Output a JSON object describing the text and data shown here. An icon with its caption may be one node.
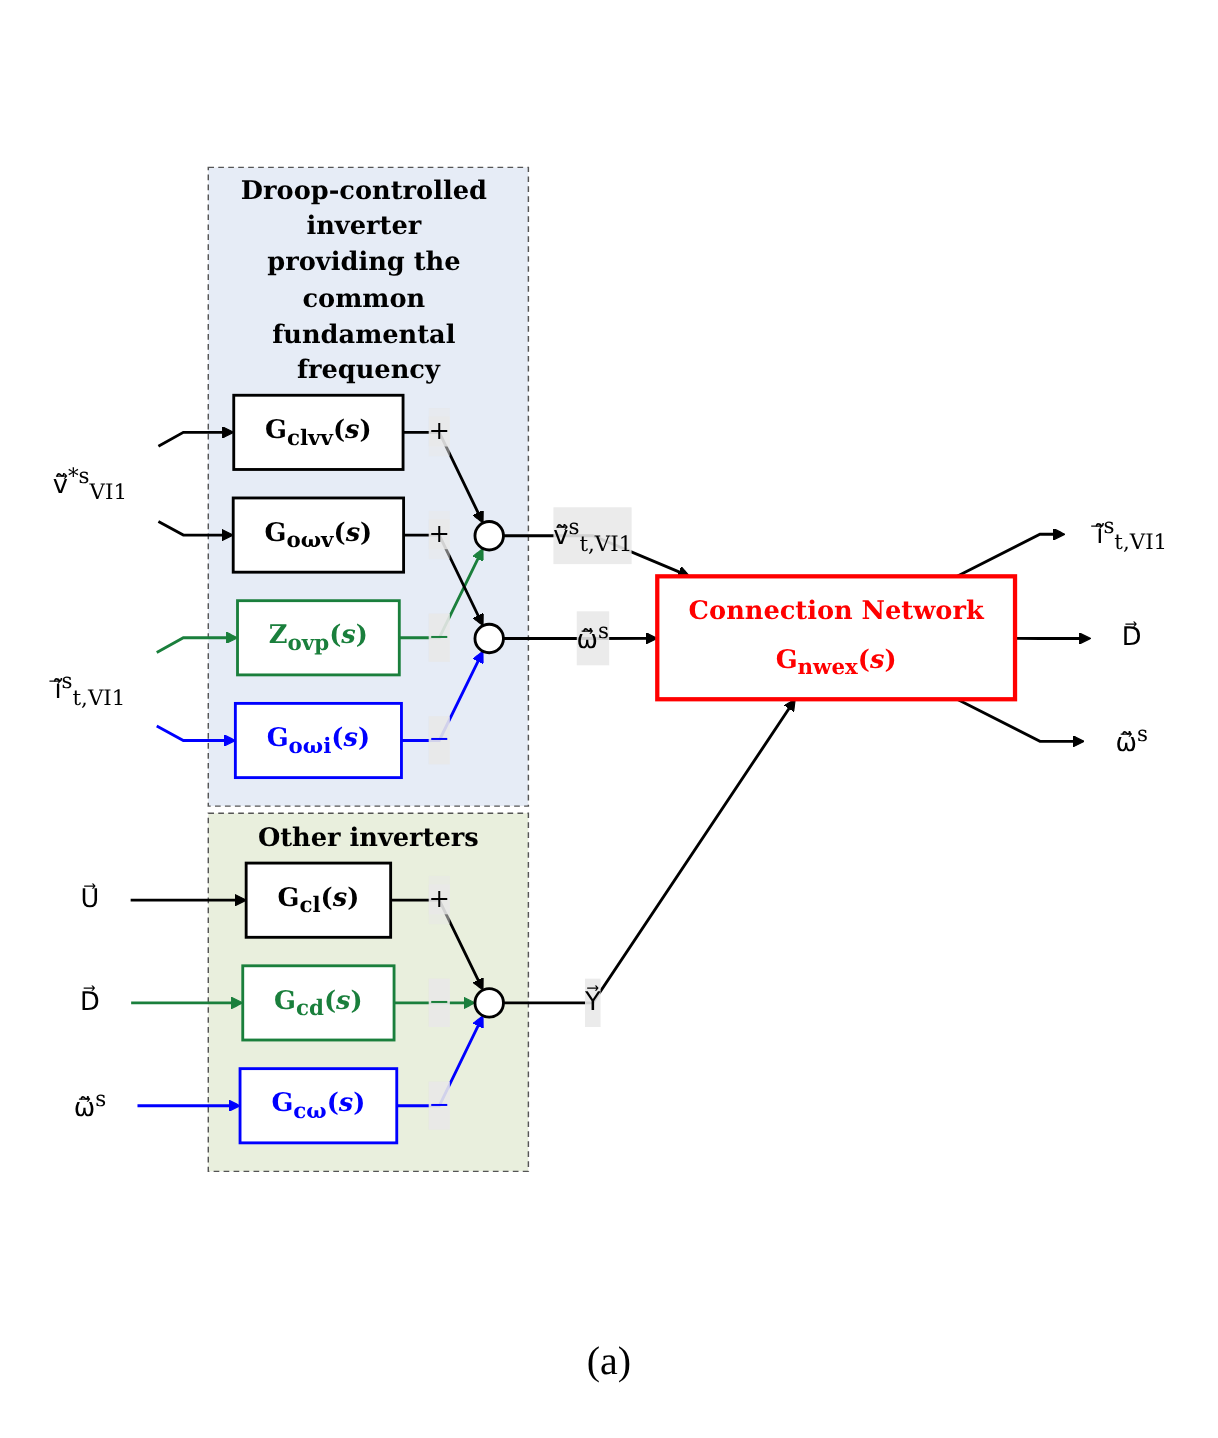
{
  "diagram": {
    "nodes": [
      {
        "text": [
          "Droop-controlled inverter providing the common fundamental frequency"
        ]
      },
      {
        "text": [
          "Connection Network",
          "G$_{nwex}$(*s*)"
        ]
      },
      {
        "text": [
          "ṽ⃗$^{*s}$$_{VI1}$"
        ]
      },
      {
        "text": [
          "G$_{clvv}$(*s*)"
        ],
        "in": 0
      },
      {
        "text": [
          "ĩ⃗$^{s}$$_{t,VI1}$"
        ]
      },
      {
        "text": [
          "ĩ⃗$^{s}$$_{t,VI1}$"
        ]
      },
      {
        "text": [
          "Z$_{ovp}$(*s*)"
        ],
        "in": 0
      },
      {
        "text": [],
        "shape": "circle",
        "in": 0
      },
      {
        "text": [
          "G$_{oωi}$(*s*)"
        ],
        "in": 0
      },
      {
        "text": [
          "G$_{oωv}$(*s*)"
        ],
        "in": 0
      },
      {
        "text": [],
        "shape": "circle",
        "in": 0
      },
      {
        "text": [
          "D⃗"
        ]
      },
      {
        "text": [
          "Other inverters"
        ]
      },
      {
        "text": [
          "U⃗"
        ]
      },
      {
        "text": [
          "G$_{cl}$(*s*)"
        ],
        "in": 12
      },
      {
        "text": [
          "ω̃⃗$^{s}$"
        ]
      },
      {
        "text": [
          "D⃗"
        ]
      },
      {
        "text": [
          "G$_{cd}$(*s*)"
        ],
        "in": 12
      },
      {
        "text": [],
        "shape": "circle",
        "in": 12
      },
      {
        "text": [
          "ω̃⃗$^{s}$"
        ]
      },
      {
        "text": [
          "G$_{cω}$(*s*)"
        ],
        "in": 12
      }
    ],
    "edges": [
      {
        "from": 2,
        "to": 3,
        "arrow": "to"
      },
      {
        "from": 2,
        "to": 9,
        "arrow": "to"
      },
      {
        "from": 5,
        "to": 6,
        "arrow": "to",
        "color": "#1a7f3c"
      },
      {
        "from": 5,
        "to": 8,
        "arrow": "to",
        "color": "#0000ff"
      },
      {
        "from": 3,
        "to": 7,
        "arrow": "to",
        "label": "+"
      },
      {
        "from": 6,
        "to": 7,
        "arrow": "to",
        "label": "−",
        "color": "#1a7f3c"
      },
      {
        "from": 8,
        "to": 10,
        "arrow": "to",
        "label": "−",
        "color": "#0000ff"
      },
      {
        "from": 9,
        "to": 10,
        "arrow": "to",
        "label": "+"
      },
      {
        "from": 7,
        "to": 1,
        "arrow": "to",
        "label": "ṽ⃗$^{s}$$_{t,VI1}$"
      },
      {
        "from": 10,
        "to": 1,
        "arrow": "to",
        "label": "ω̃⃗$^{s}$"
      },
      {
        "from": 1,
        "to": 4,
        "arrow": "to"
      },
      {
        "from": 1,
        "to": 11,
        "arrow": "to"
      },
      {
        "from": 1,
        "to": 15,
        "arrow": "to"
      },
      {
        "from": 13,
        "to": 14,
        "arrow": "to"
      },
      {
        "from": 16,
        "to": 17,
        "arrow": "to",
        "color": "#1a7f3c"
      },
      {
        "from": 19,
        "to": 20,
        "arrow": "to",
        "color": "#0000ff"
      },
      {
        "from": 14,
        "to": 18,
        "arrow": "to",
        "label": "+"
      },
      {
        "from": 17,
        "to": 18,
        "arrow": "to",
        "label": "−",
        "color": "#1a7f3c"
      },
      {
        "from": 20,
        "to": 18,
        "arrow": "to",
        "label": "−",
        "color": "#0000ff"
      },
      {
        "from": 18,
        "to": 1,
        "arrow": "to",
        "label": "Y⃗"
      }
    ],
    "caption": "(a)"
  }
}
